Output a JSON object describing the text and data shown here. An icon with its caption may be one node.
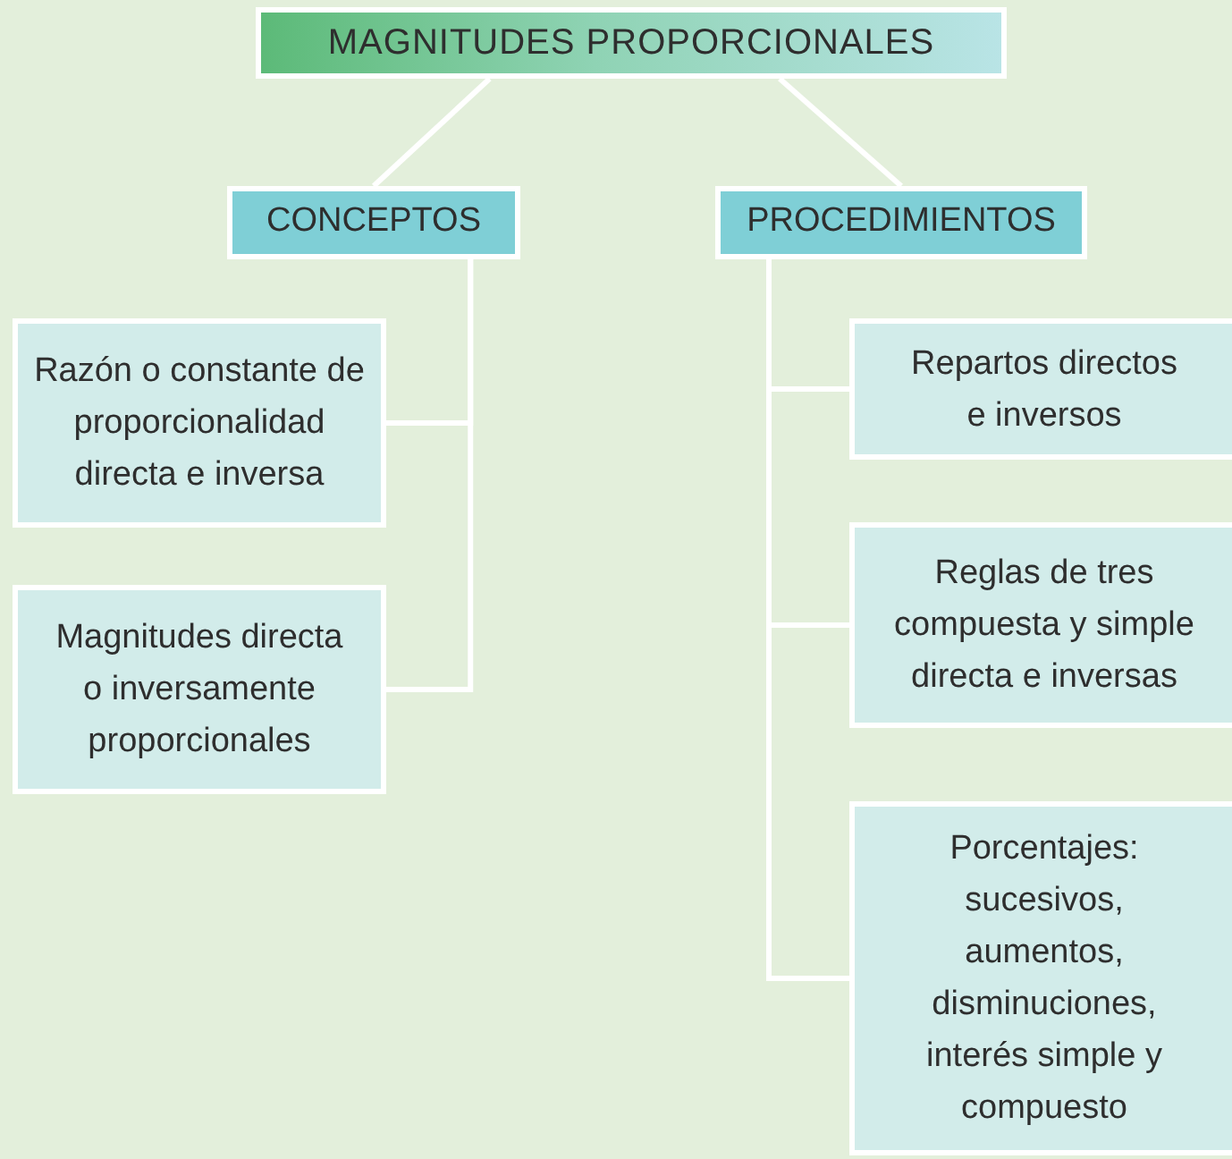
{
  "diagram": {
    "nodes": [
      {
        "text": [
          "MAGNITUDES PROPORCIONALES"
        ]
      },
      {
        "text": [
          "CONCEPTOS"
        ]
      },
      {
        "text": [
          "PROCEDIMIENTOS"
        ]
      },
      {
        "text": [
          "Razón o constante de proporcionalidad directa e inversa"
        ]
      },
      {
        "text": [
          "Magnitudes directa o inversamente proporcionales"
        ]
      },
      {
        "text": [
          "Repartos directos e inversos"
        ]
      },
      {
        "text": [
          "Reglas de tres compuesta y simple directa e inversas"
        ]
      },
      {
        "text": [
          "Porcentajes: sucesivos, aumentos, disminuciones, interés simple y compuesto"
        ]
      }
    ],
    "edges": [
      {
        "from": 0,
        "to": 1,
        "arrow": "none"
      },
      {
        "from": 0,
        "to": 2,
        "arrow": "none"
      },
      {
        "from": 1,
        "to": 3,
        "arrow": "none"
      },
      {
        "from": 1,
        "to": 4,
        "arrow": "none"
      },
      {
        "from": 2,
        "to": 5,
        "arrow": "none"
      },
      {
        "from": 2,
        "to": 6,
        "arrow": "none"
      },
      {
        "from": 2,
        "to": 7,
        "arrow": "none"
      }
    ]
  }
}
